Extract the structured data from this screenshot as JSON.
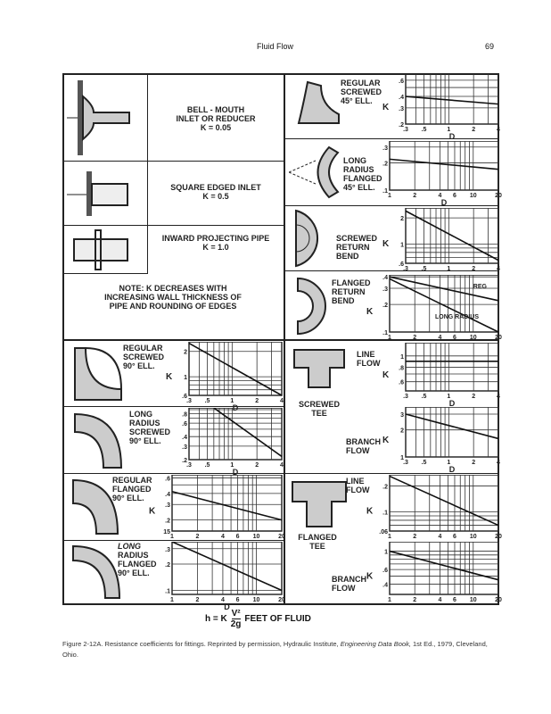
{
  "header": {
    "title": "Fluid Flow",
    "page_number": "69"
  },
  "fittings": {
    "bell_mouth": {
      "name": "BELL - MOUTH",
      "name2": "INLET OR REDUCER",
      "k": "K = 0.05"
    },
    "square_edged": {
      "name": "SQUARE EDGED INLET",
      "k": "K = 0.5"
    },
    "inward": {
      "name": "INWARD PROJECTING PIPE",
      "k": "K = 1.0"
    },
    "note": [
      "NOTE: K DECREASES WITH",
      "INCREASING WALL THICKNESS OF",
      "PIPE AND ROUNDING OF EDGES"
    ],
    "reg_screwed_45": [
      "REGULAR",
      "SCREWED",
      "45° ELL."
    ],
    "lr_flanged_45": [
      "LONG",
      "RADIUS",
      "FLANGED",
      "45° ELL."
    ],
    "screwed_return": [
      "SCREWED",
      "RETURN",
      "BEND"
    ],
    "flanged_return": [
      "FLANGED",
      "RETURN",
      "BEND"
    ],
    "reg_screwed_90": [
      "REGULAR",
      "SCREWED",
      "90° ELL."
    ],
    "lr_screwed_90": [
      "LONG",
      "RADIUS",
      "SCREWED",
      "90° ELL."
    ],
    "reg_flanged_90": [
      "REGULAR",
      "FLANGED",
      "90° ELL."
    ],
    "lr_flanged_90": [
      "LONG",
      "RADIUS",
      "FLANGED",
      "90° ELL."
    ],
    "screwed_tee": [
      "SCREWED",
      "TEE"
    ],
    "flanged_tee": [
      "FLANGED",
      "TEE"
    ],
    "line_flow": [
      "LINE",
      "FLOW"
    ],
    "branch_flow": [
      "BRANCH",
      "FLOW"
    ]
  },
  "formula": {
    "lhs": "h = K",
    "num": "V²",
    "den": "2g",
    "rhs": "FEET OF FLUID"
  },
  "caption": {
    "label": "Figure 2-12A.",
    "text": "Resistance coefficients for fittings. Reprinted by permission, Hydraulic Institute,",
    "book": "Engineering Data Book,",
    "tail": "1st Ed., 1979, Cleveland, Ohio."
  },
  "chart_data": [
    {
      "id": "reg_screwed_45",
      "type": "line",
      "xlabel": "D",
      "ylabel": "K",
      "xlim": [
        0.3,
        4
      ],
      "ylim": [
        0.2,
        0.7
      ],
      "xticks": [
        ".3",
        ".5",
        "1",
        "2",
        "4"
      ],
      "xtick_values": [
        0.3,
        0.5,
        1,
        2,
        4
      ],
      "yticks": [
        ".6",
        ".4",
        ".3",
        ".2"
      ],
      "ytick_values": [
        0.6,
        0.4,
        0.3,
        0.2
      ],
      "series": [
        {
          "name": "",
          "x": [
            0.3,
            4
          ],
          "y": [
            0.4,
            0.33
          ]
        }
      ]
    },
    {
      "id": "lr_flanged_45",
      "type": "line",
      "xlabel": "D",
      "ylabel": "",
      "xlim": [
        1,
        20
      ],
      "ylim": [
        0.1,
        0.35
      ],
      "xticks": [
        "1",
        "2",
        "4",
        "6",
        "10",
        "20"
      ],
      "xtick_values": [
        1,
        2,
        4,
        6,
        10,
        20
      ],
      "yticks": [
        ".3",
        ".2",
        ".1"
      ],
      "ytick_values": [
        0.3,
        0.2,
        0.1
      ],
      "series": [
        {
          "name": "",
          "x": [
            1,
            20
          ],
          "y": [
            0.22,
            0.17
          ]
        }
      ]
    },
    {
      "id": "screwed_return",
      "type": "line",
      "xlabel": "",
      "ylabel": "K",
      "xlim": [
        0.3,
        4
      ],
      "ylim": [
        0.6,
        2.6
      ],
      "xticks": [
        ".3",
        ".5",
        "1",
        "2",
        "4"
      ],
      "xtick_values": [
        0.3,
        0.5,
        1,
        2,
        4
      ],
      "yticks": [
        "2",
        "1",
        ".6"
      ],
      "ytick_values": [
        2,
        1,
        0.6
      ],
      "series": [
        {
          "name": "",
          "x": [
            0.3,
            4
          ],
          "y": [
            2.4,
            0.65
          ]
        }
      ]
    },
    {
      "id": "flanged_return",
      "type": "line",
      "xlabel": "",
      "ylabel": "K",
      "xlim": [
        1,
        20
      ],
      "ylim": [
        0.1,
        0.42
      ],
      "xticks": [
        "1",
        "2",
        "4",
        "6",
        "10",
        "20"
      ],
      "xtick_values": [
        1,
        2,
        4,
        6,
        10,
        20
      ],
      "yticks": [
        ".4",
        ".3",
        ".2",
        ".1"
      ],
      "ytick_values": [
        0.4,
        0.3,
        0.2,
        0.1
      ],
      "series": [
        {
          "name": "REG",
          "x": [
            1,
            20
          ],
          "y": [
            0.4,
            0.22
          ]
        },
        {
          "name": "LONG RADIUS",
          "x": [
            1,
            20
          ],
          "y": [
            0.38,
            0.1
          ]
        }
      ]
    },
    {
      "id": "reg_screwed_90",
      "type": "line",
      "xlabel": "D",
      "ylabel": "K",
      "xlim": [
        0.3,
        4
      ],
      "ylim": [
        0.6,
        2.6
      ],
      "xticks": [
        ".3",
        ".5",
        "1",
        "2",
        "4"
      ],
      "xtick_values": [
        0.3,
        0.5,
        1,
        2,
        4
      ],
      "yticks": [
        "2",
        "1",
        ".6"
      ],
      "ytick_values": [
        2,
        1,
        0.6
      ],
      "series": [
        {
          "name": "",
          "x": [
            0.3,
            4
          ],
          "y": [
            2.5,
            0.6
          ]
        }
      ]
    },
    {
      "id": "lr_screwed_90",
      "type": "line",
      "xlabel": "D",
      "ylabel": "",
      "xlim": [
        0.3,
        4
      ],
      "ylim": [
        0.2,
        0.95
      ],
      "xticks": [
        ".3",
        ".5",
        "1",
        "2",
        "4"
      ],
      "xtick_values": [
        0.3,
        0.5,
        1,
        2,
        4
      ],
      "yticks": [
        ".8",
        ".6",
        ".4",
        ".3",
        ".2"
      ],
      "ytick_values": [
        0.8,
        0.6,
        0.4,
        0.3,
        0.2
      ],
      "series": [
        {
          "name": "",
          "x": [
            0.6,
            4
          ],
          "y": [
            0.95,
            0.22
          ]
        }
      ]
    },
    {
      "id": "reg_flanged_90",
      "type": "line",
      "xlabel": "",
      "ylabel": "K",
      "xlim": [
        1,
        20
      ],
      "ylim": [
        0.15,
        0.65
      ],
      "xticks": [
        "1",
        "2",
        "4",
        "6",
        "10",
        "20"
      ],
      "xtick_values": [
        1,
        2,
        4,
        6,
        10,
        20
      ],
      "yticks": [
        ".6",
        ".4",
        ".3",
        ".2",
        "15"
      ],
      "ytick_values": [
        0.6,
        0.4,
        0.3,
        0.2,
        0.15
      ],
      "series": [
        {
          "name": "",
          "x": [
            1,
            20
          ],
          "y": [
            0.42,
            0.2
          ]
        }
      ]
    },
    {
      "id": "lr_flanged_90",
      "type": "line",
      "xlabel": "D",
      "ylabel": "",
      "xlim": [
        1,
        20
      ],
      "ylim": [
        0.09,
        0.36
      ],
      "xticks": [
        "1",
        "2",
        "4",
        "6",
        "10",
        "20"
      ],
      "xtick_values": [
        1,
        2,
        4,
        6,
        10,
        20
      ],
      "yticks": [
        ".3",
        ".2",
        ".1"
      ],
      "ytick_values": [
        0.3,
        0.2,
        0.1
      ],
      "series": [
        {
          "name": "",
          "x": [
            1,
            20
          ],
          "y": [
            0.36,
            0.1
          ]
        }
      ]
    },
    {
      "id": "screwed_tee_line",
      "type": "line",
      "xlabel": "D",
      "ylabel": "K",
      "xlim": [
        0.3,
        4
      ],
      "ylim": [
        0.5,
        1.3
      ],
      "xticks": [
        ".3",
        ".5",
        "1",
        "2",
        "4"
      ],
      "xtick_values": [
        0.3,
        0.5,
        1,
        2,
        4
      ],
      "yticks": [
        "1",
        ".8",
        ".6"
      ],
      "ytick_values": [
        1,
        0.8,
        0.6
      ],
      "series": [
        {
          "name": "",
          "x": [
            0.3,
            4
          ],
          "y": [
            0.9,
            0.9
          ]
        }
      ]
    },
    {
      "id": "screwed_tee_branch",
      "type": "line",
      "xlabel": "D",
      "ylabel": "K",
      "xlim": [
        0.3,
        4
      ],
      "ylim": [
        1,
        3.6
      ],
      "xticks": [
        ".3",
        ".5",
        "1",
        "2",
        "4"
      ],
      "xtick_values": [
        0.3,
        0.5,
        1,
        2,
        4
      ],
      "yticks": [
        "3",
        "2",
        "1"
      ],
      "ytick_values": [
        3,
        2,
        1
      ],
      "series": [
        {
          "name": "",
          "x": [
            0.3,
            4
          ],
          "y": [
            3,
            1.6
          ]
        }
      ]
    },
    {
      "id": "flanged_tee_line",
      "type": "line",
      "xlabel": "",
      "ylabel": "K",
      "xlim": [
        1,
        20
      ],
      "ylim": [
        0.06,
        0.27
      ],
      "xticks": [
        "1",
        "2",
        "4",
        "6",
        "10",
        "20"
      ],
      "xtick_values": [
        1,
        2,
        4,
        6,
        10,
        20
      ],
      "yticks": [
        ".2",
        ".1",
        ".06"
      ],
      "ytick_values": [
        0.2,
        0.1,
        0.06
      ],
      "series": [
        {
          "name": "",
          "x": [
            1,
            20
          ],
          "y": [
            0.26,
            0.07
          ]
        }
      ]
    },
    {
      "id": "flanged_tee_branch",
      "type": "line",
      "xlabel": "",
      "ylabel": "K",
      "xlim": [
        1,
        20
      ],
      "ylim": [
        0.3,
        1.3
      ],
      "xticks": [
        "1",
        "2",
        "4",
        "6",
        "10",
        "20"
      ],
      "xtick_values": [
        1,
        2,
        4,
        6,
        10,
        20
      ],
      "yticks": [
        "1",
        ".6",
        ".4"
      ],
      "ytick_values": [
        1,
        0.6,
        0.4
      ],
      "series": [
        {
          "name": "",
          "x": [
            1,
            20
          ],
          "y": [
            1,
            0.45
          ]
        }
      ]
    }
  ]
}
